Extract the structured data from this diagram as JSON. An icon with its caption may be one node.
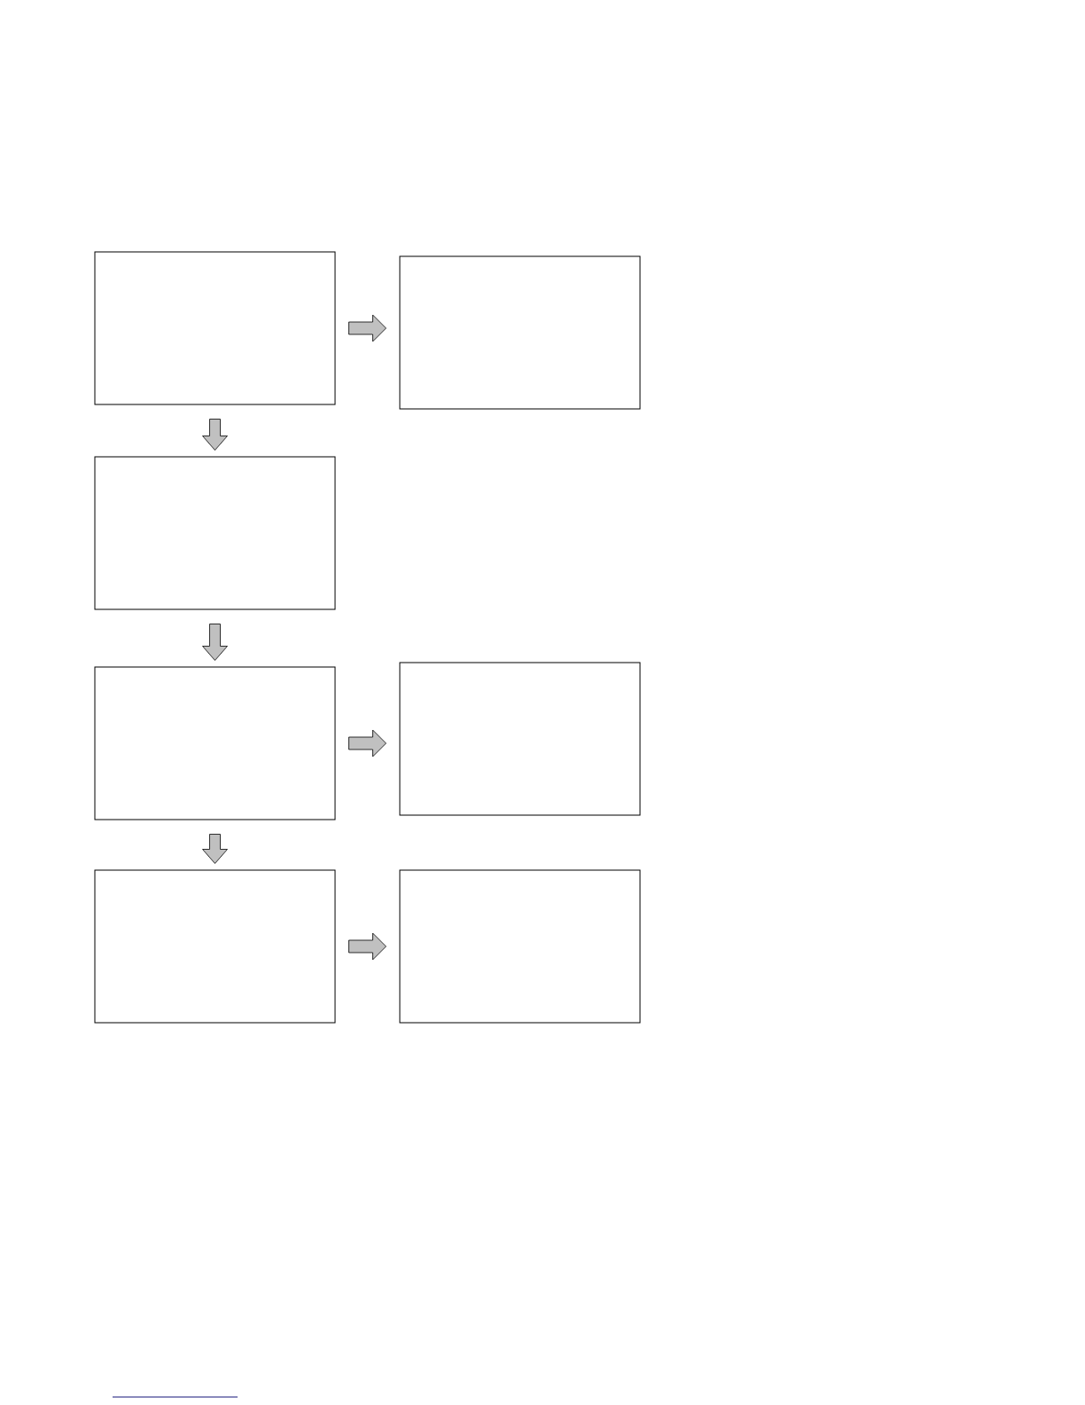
{
  "diagram": {
    "nodes": [
      {
        "text": [],
        "shape": "box"
      },
      {
        "text": [],
        "shape": "box"
      },
      {
        "text": [],
        "shape": "box"
      },
      {
        "text": [],
        "shape": "box"
      },
      {
        "text": [],
        "shape": "box"
      },
      {
        "text": [],
        "shape": "box"
      },
      {
        "text": [],
        "shape": "box"
      }
    ],
    "edges": [
      {
        "from": 0,
        "to": 1,
        "arrow": "to"
      },
      {
        "from": 0,
        "to": 2,
        "arrow": "to"
      },
      {
        "from": 2,
        "to": 3,
        "arrow": "to"
      },
      {
        "from": 3,
        "to": 4,
        "arrow": "to"
      },
      {
        "from": 3,
        "to": 5,
        "arrow": "to"
      },
      {
        "from": 5,
        "to": 6,
        "arrow": "to"
      }
    ]
  }
}
